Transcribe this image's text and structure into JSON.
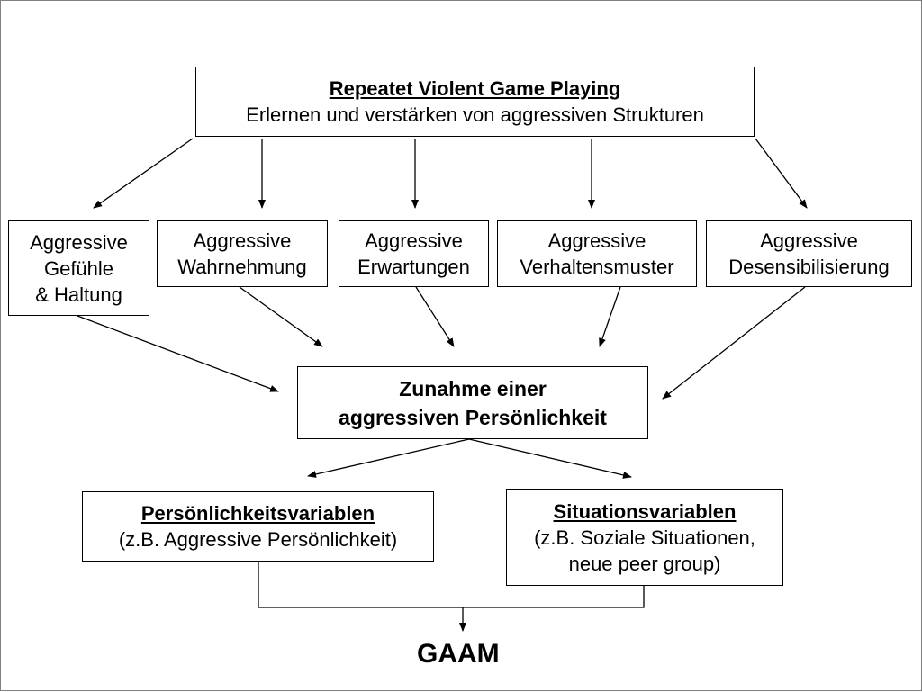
{
  "top": {
    "title": "Repeatet Violent Game Playing",
    "subtitle": "Erlernen und verstärken von aggressiven Strukturen"
  },
  "factors": [
    {
      "lines": [
        "Aggressive",
        "Gefühle",
        "& Haltung"
      ]
    },
    {
      "lines": [
        "Aggressive",
        "Wahrnehmung"
      ]
    },
    {
      "lines": [
        "Aggressive",
        "Erwartungen"
      ]
    },
    {
      "lines": [
        "Aggressive",
        "Verhaltensmuster"
      ]
    },
    {
      "lines": [
        "Aggressive",
        "Desensibilisierung"
      ]
    }
  ],
  "center": {
    "lines": [
      "Zunahme einer",
      "aggressiven Persönlichkeit"
    ]
  },
  "personality": {
    "title": "Persönlichkeitsvariablen",
    "subtitle": "(z.B. Aggressive Persönlichkeit)"
  },
  "situation": {
    "title": "Situationsvariablen",
    "lines": [
      "(z.B. Soziale Situationen,",
      "neue peer group)"
    ]
  },
  "result": "GAAM"
}
